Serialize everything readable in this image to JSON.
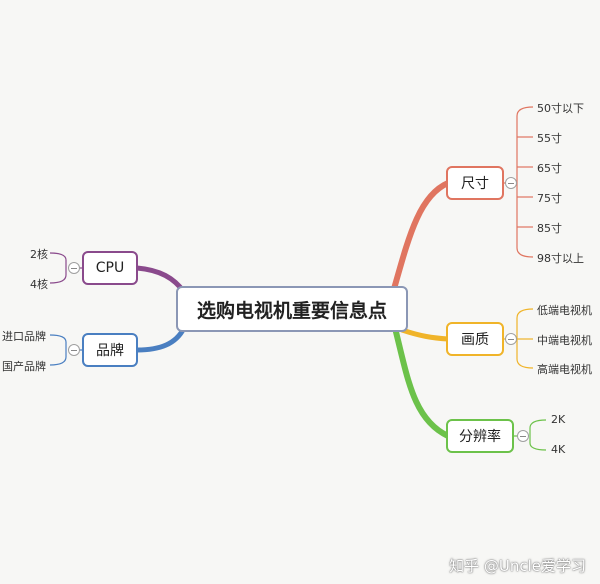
{
  "diagram": {
    "central": {
      "label": "选购电视机重要信息点",
      "color": "#8b97b5"
    },
    "branches": {
      "size": {
        "label": "尺寸",
        "color": "#e07560",
        "leaves": [
          "50寸以下",
          "55寸",
          "65寸",
          "75寸",
          "85寸",
          "98寸以上"
        ]
      },
      "quality": {
        "label": "画质",
        "color": "#f0b429",
        "leaves": [
          "低端电视机",
          "中端电视机",
          "高端电视机"
        ]
      },
      "resolution": {
        "label": "分辨率",
        "color": "#6cc24a",
        "leaves": [
          "2K",
          "4K"
        ]
      },
      "cpu": {
        "label": "CPU",
        "color": "#8a4a8c",
        "leaves": [
          "2核",
          "4核"
        ]
      },
      "brand": {
        "label": "品牌",
        "color": "#4a7fc1",
        "leaves": [
          "进口品牌",
          "国产品牌"
        ]
      }
    }
  },
  "watermark": "知乎 @Uncle爱学习"
}
